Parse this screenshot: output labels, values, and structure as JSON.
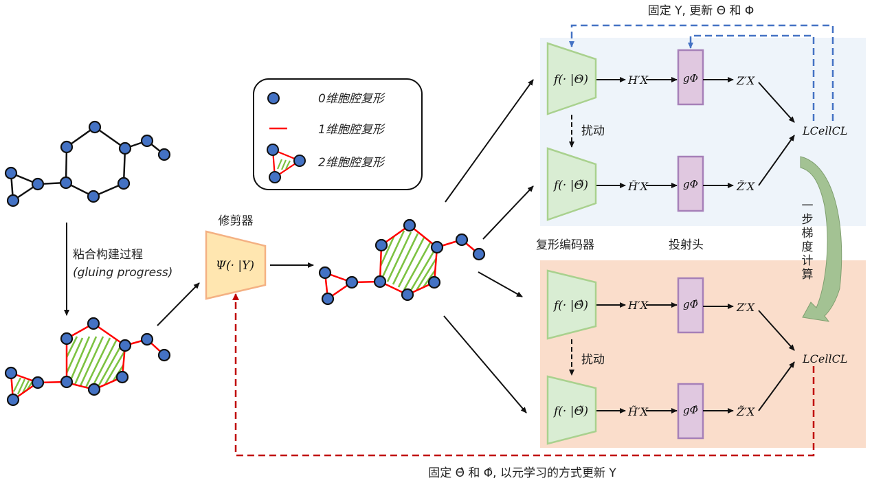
{
  "title_top": "固定 Υ, 更新 Θ 和 Φ",
  "title_bottom": "固定 Θ̂ 和 Φ̂, 以元学习的方式更新 Υ",
  "colors": {
    "node_fill": "#4472C4",
    "node_stroke": "#111111",
    "edge_plain": "#111111",
    "edge_simplex": "#FF0000",
    "hatch": "#7DC242",
    "encoder_fill": "#D9EDD3",
    "encoder_stroke": "#A9D18E",
    "proj_fill": "#E0C8E0",
    "proj_stroke": "#A680B8",
    "pruner_fill": "#FFE6B0",
    "pruner_stroke": "#F4B183",
    "panel_top": "#EEF4FA",
    "panel_bottom": "#FADDCB",
    "blue_dash": "#4472C4",
    "red_dash": "#C00000",
    "curve_arrow_fill": "#A3C293",
    "curve_arrow_stroke": "#7F9F6F"
  },
  "legend": {
    "items": [
      {
        "icon": "node-icon",
        "label": "0维胞腔复形"
      },
      {
        "icon": "edge-icon",
        "label": "1维胞腔复形"
      },
      {
        "icon": "triangle-icon",
        "label": "2维胞腔复形"
      }
    ]
  },
  "left": {
    "gluing_label_cn": "粘合构建过程",
    "gluing_label_en": "(gluing progress)"
  },
  "pruner": {
    "title": "修剪器",
    "formula": "Ψ(· |Υ)"
  },
  "labels": {
    "encoder": "复形编码器",
    "projection": "投射头",
    "perturb_top": "扰动",
    "perturb_bottom": "扰动",
    "one_step": "一步梯度计算"
  },
  "top_panel": {
    "enc1": "f(· |Θ)",
    "enc2": "f(· |Θ̃)",
    "h1": "H′X",
    "h2": "H̃′X",
    "g1": "gΦ",
    "g2": "gΦ",
    "z1": "Z′X",
    "z2": "Z̃′X",
    "loss": "LCellCL"
  },
  "bottom_panel": {
    "enc1": "f(· |Θ̂)",
    "enc2": "f(· |Θ̃)",
    "h1": "H′X",
    "h2": "H̃′X",
    "g1": "gΦ̂",
    "g2": "gΦ̂",
    "z1": "Z′X",
    "z2": "Z̃′X",
    "loss": "LCellCL"
  }
}
